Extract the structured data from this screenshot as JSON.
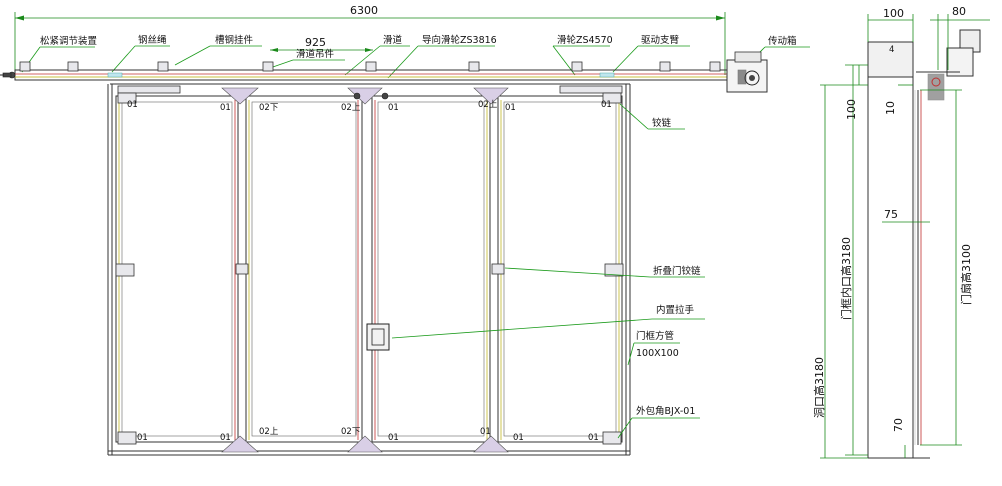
{
  "dims": {
    "total_width": "6300",
    "panel_width": "925",
    "side_top_a": "100",
    "side_top_b": "80",
    "side_100": "100",
    "side_10": "10",
    "side_75": "75",
    "side_70": "70",
    "frame_inner_height": "门框内口高3180",
    "door_leaf_height": "门扇高3100",
    "opening_height": "洞口高3180"
  },
  "labels": {
    "tension_adjuster": "松紧调节装置",
    "wire_rope": "钢丝绳",
    "channel_hanger": "槽钢挂件",
    "track_hanger": "滑道吊件",
    "track": "滑道",
    "guide_pulley": "导向滑轮ZS3816",
    "pulley": "滑轮ZS4570",
    "drive_arm": "驱动支臂",
    "drive_box": "传动箱",
    "hinge": "铰链",
    "folding_hinge": "折叠门铰链",
    "inner_handle": "内置拉手",
    "square_tube": "门框方管",
    "square_tube_size": "100X100",
    "outer_corner": "外包角BJX-01"
  },
  "marks": {
    "m01": "01",
    "m02_down": "02下",
    "m02_up": "02上",
    "tag4": "4"
  }
}
